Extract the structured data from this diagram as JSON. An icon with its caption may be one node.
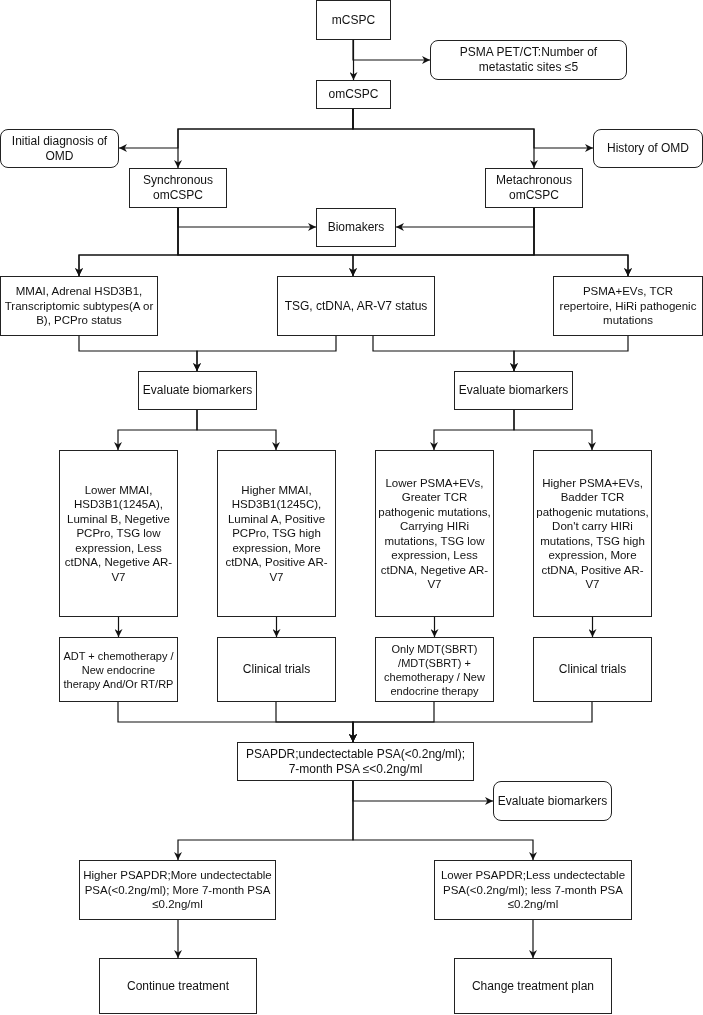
{
  "diagram": {
    "nodes": [
      {
        "text": [
          "mCSPC"
        ]
      },
      {
        "text": [
          "PSMA PET/CT:Number of metastatic sites ≤5"
        ]
      },
      {
        "text": [
          "omCSPC"
        ]
      },
      {
        "text": [
          "Initial diagnosis of OMD"
        ]
      },
      {
        "text": [
          "Synchronous omCSPC"
        ]
      },
      {
        "text": [
          "History of OMD"
        ]
      },
      {
        "text": [
          "Metachronous omCSPC"
        ]
      },
      {
        "text": [
          "Biomakers"
        ]
      },
      {
        "text": [
          "MMAI, Adrenal HSD3B1, Transcriptomic subtypes(A or B), PCPro status"
        ]
      },
      {
        "text": [
          "TSG, ctDNA, AR-V7 status"
        ]
      },
      {
        "text": [
          "PSMA+EVs, TCR repertoire, HiRi pathogenic mutations"
        ]
      },
      {
        "text": [
          "Evaluate biomarkers"
        ]
      },
      {
        "text": [
          "Evaluate biomarkers"
        ]
      },
      {
        "text": [
          "Lower MMAI, HSD3B1(1245A), Luminal B, Negetive PCPro, TSG low expression, Less ctDNA, Negetive AR-V7"
        ]
      },
      {
        "text": [
          "Higher MMAI, HSD3B1(1245C), Luminal A, Positive PCPro, TSG high expression, More ctDNA, Positive AR-V7"
        ]
      },
      {
        "text": [
          "Lower PSMA+EVs, Greater TCR pathogenic mutations, Carrying HIRi mutations, TSG low expression, Less ctDNA, Negetive AR-V7"
        ]
      },
      {
        "text": [
          "Higher PSMA+EVs, Badder TCR pathogenic mutations, Don't carry HIRi mutations, TSG high expression, More ctDNA, Positive AR-V7"
        ]
      },
      {
        "text": [
          "ADT + chemotherapy / New endocrine therapy And/Or RT/RP"
        ]
      },
      {
        "text": [
          "Clinical trials"
        ]
      },
      {
        "text": [
          "Only MDT(SBRT) /MDT(SBRT) + chemotherapy / New endocrine therapy"
        ]
      },
      {
        "text": [
          "Clinical trials"
        ]
      },
      {
        "text": [
          "PSAPDR;undectectable PSA(<0.2ng/ml); 7-month PSA ≤<0.2ng/ml"
        ]
      },
      {
        "text": [
          "Evaluate biomarkers"
        ]
      },
      {
        "text": [
          "Higher PSAPDR;More undectectable PSA(<0.2ng/ml); More 7-month PSA ≤0.2ng/ml"
        ]
      },
      {
        "text": [
          "Lower PSAPDR;Less undectectable PSA(<0.2ng/ml); less 7-month PSA ≤0.2ng/ml"
        ]
      },
      {
        "text": [
          "Continue treatment"
        ]
      },
      {
        "text": [
          "Change treatment plan"
        ]
      }
    ],
    "edges": [
      {
        "from": 0,
        "to": 2,
        "arrow": "to"
      },
      {
        "from": 0,
        "to": 1,
        "arrow": "to"
      },
      {
        "from": 2,
        "to": 3,
        "arrow": "to"
      },
      {
        "from": 2,
        "to": 4,
        "arrow": "to"
      },
      {
        "from": 2,
        "to": 5,
        "arrow": "to"
      },
      {
        "from": 2,
        "to": 6,
        "arrow": "to"
      },
      {
        "from": 4,
        "to": 7,
        "arrow": "to"
      },
      {
        "from": 6,
        "to": 7,
        "arrow": "to"
      },
      {
        "from": 4,
        "to": 8,
        "arrow": "to"
      },
      {
        "from": 4,
        "to": 9,
        "arrow": "to"
      },
      {
        "from": 4,
        "to": 10,
        "arrow": "to"
      },
      {
        "from": 6,
        "to": 8,
        "arrow": "to"
      },
      {
        "from": 6,
        "to": 9,
        "arrow": "to"
      },
      {
        "from": 6,
        "to": 10,
        "arrow": "to"
      },
      {
        "from": 8,
        "to": 11,
        "arrow": "to"
      },
      {
        "from": 9,
        "to": 11,
        "arrow": "to"
      },
      {
        "from": 9,
        "to": 12,
        "arrow": "to"
      },
      {
        "from": 10,
        "to": 12,
        "arrow": "to"
      },
      {
        "from": 11,
        "to": 13,
        "arrow": "to"
      },
      {
        "from": 11,
        "to": 14,
        "arrow": "to"
      },
      {
        "from": 12,
        "to": 15,
        "arrow": "to"
      },
      {
        "from": 12,
        "to": 16,
        "arrow": "to"
      },
      {
        "from": 13,
        "to": 17,
        "arrow": "to"
      },
      {
        "from": 14,
        "to": 18,
        "arrow": "to"
      },
      {
        "from": 15,
        "to": 19,
        "arrow": "to"
      },
      {
        "from": 16,
        "to": 20,
        "arrow": "to"
      },
      {
        "from": 17,
        "to": 21,
        "arrow": "to"
      },
      {
        "from": 18,
        "to": 21,
        "arrow": "to"
      },
      {
        "from": 19,
        "to": 21,
        "arrow": "to"
      },
      {
        "from": 20,
        "to": 21,
        "arrow": "to"
      },
      {
        "from": 21,
        "to": 22,
        "arrow": "to"
      },
      {
        "from": 21,
        "to": 23,
        "arrow": "to"
      },
      {
        "from": 21,
        "to": 24,
        "arrow": "to"
      },
      {
        "from": 23,
        "to": 25,
        "arrow": "to"
      },
      {
        "from": 24,
        "to": 26,
        "arrow": "to"
      }
    ]
  }
}
